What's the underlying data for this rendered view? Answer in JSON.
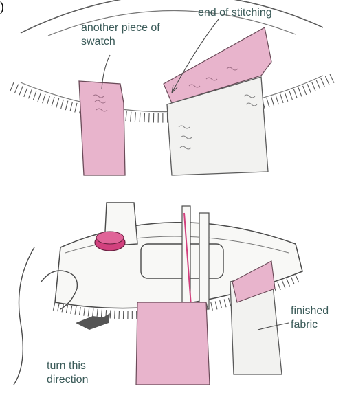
{
  "labels": {
    "end_of_stitching": "end of stitching",
    "another_piece_line1": "another piece of",
    "another_piece_line2": "swatch",
    "finished_line1": "finished",
    "finished_line2": "fabric",
    "turn_line1": "turn this",
    "turn_line2": "direction",
    "corner_mark": ")"
  },
  "colors": {
    "ink": "#4a4a4a",
    "label": "#3a5a58",
    "pink": "#e8b4cc",
    "pink_dark": "#d2417e",
    "fabric_light": "#f2f2f0",
    "machine": "#f8f8f6",
    "arrow": "#555555"
  }
}
